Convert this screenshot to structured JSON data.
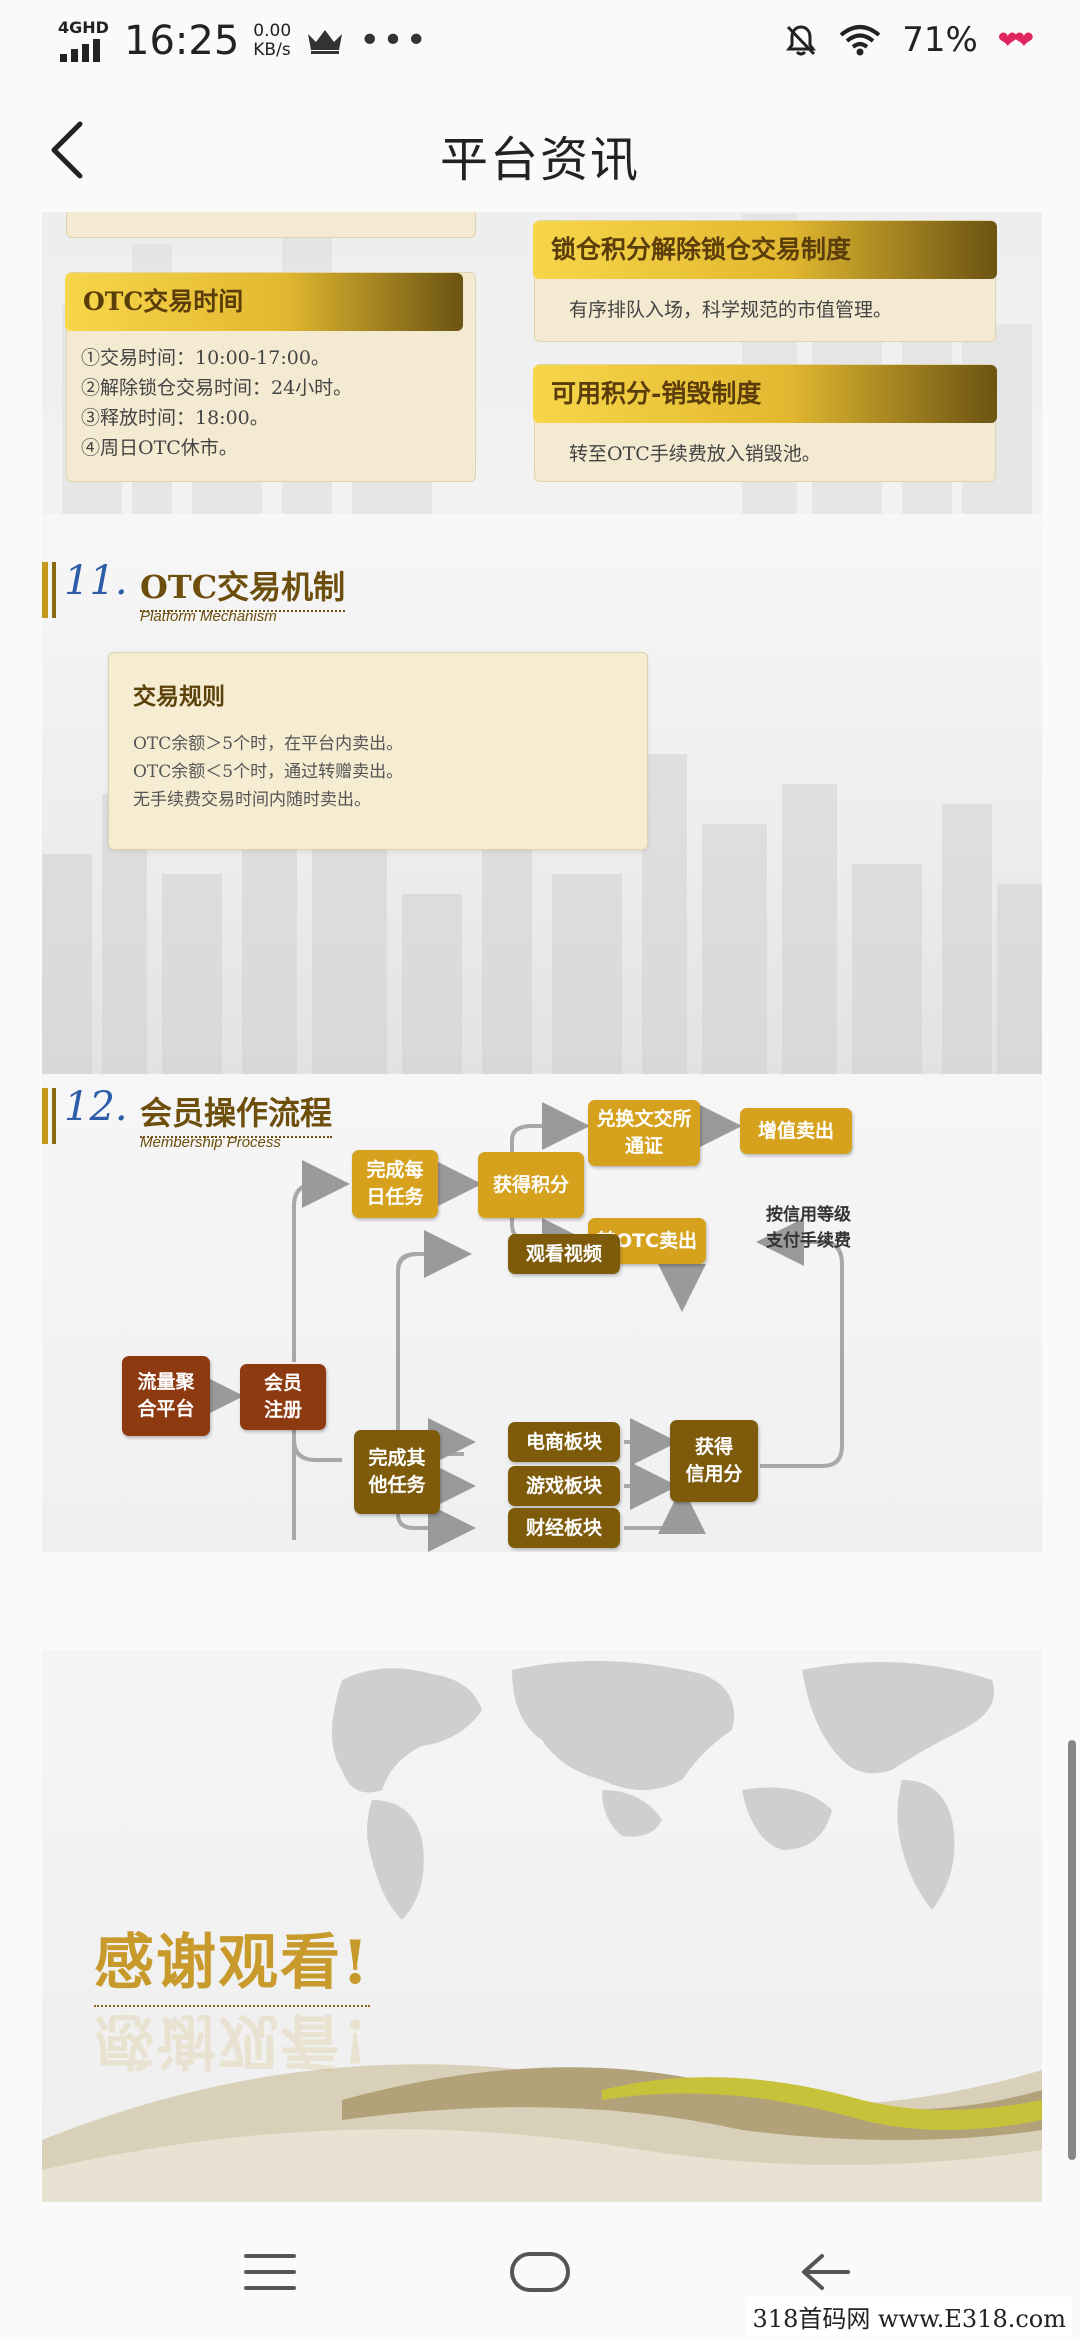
{
  "status_bar": {
    "network": "4GHD",
    "time": "16:25",
    "speed_value": "0.00",
    "speed_unit": "KB/s",
    "dots": "•••",
    "battery": "71%",
    "hearts": "❤❤"
  },
  "header": {
    "title": "平台资讯"
  },
  "slide_top": {
    "otc_time_title": "OTC交易时间",
    "otc_time_lines": [
      "①交易时间：10:00-17:00。",
      "②解除锁仓交易时间：24小时。",
      "③释放时间：18:00。",
      "④周日OTC休市。"
    ],
    "lock_title": "锁仓积分解除锁仓交易制度",
    "lock_desc": "有序排队入场，科学规范的市值管理。",
    "burn_title": "可用积分-销毁制度",
    "burn_desc": "转至OTC手续费放入销毁池。"
  },
  "section11": {
    "number": "11.",
    "title": "OTC交易机制",
    "subtitle": "Platform Mechanism",
    "rules_title": "交易规则",
    "rules_lines": [
      "OTC余额＞5个时，在平台内卖出。",
      "OTC余额＜5个时，通过转赠卖出。",
      "无手续费交易时间内随时卖出。"
    ]
  },
  "section12": {
    "number": "12.",
    "title": "会员操作流程",
    "subtitle": "Membership Process",
    "flow": {
      "platform_l1": "流量聚",
      "platform_l2": "合平台",
      "register_l1": "会员",
      "register_l2": "注册",
      "daily_l1": "完成每",
      "daily_l2": "日任务",
      "points": "获得积分",
      "exchange_l1": "兑换文交所",
      "exchange_l2": "通证",
      "value_sell": "增值卖出",
      "otc_sell": "转OTC卖出",
      "note_l1": "按信用等级",
      "note_l2": "支付手续费",
      "other_l1": "完成其",
      "other_l2": "他任务",
      "watch_video": "观看视频",
      "ecommerce": "电商板块",
      "games": "游戏板块",
      "finance": "财经板块",
      "credit_l1": "获得",
      "credit_l2": "信用分"
    }
  },
  "closing": {
    "thanks": "感谢观看!"
  },
  "watermark": "318首码网 www.E318.com"
}
